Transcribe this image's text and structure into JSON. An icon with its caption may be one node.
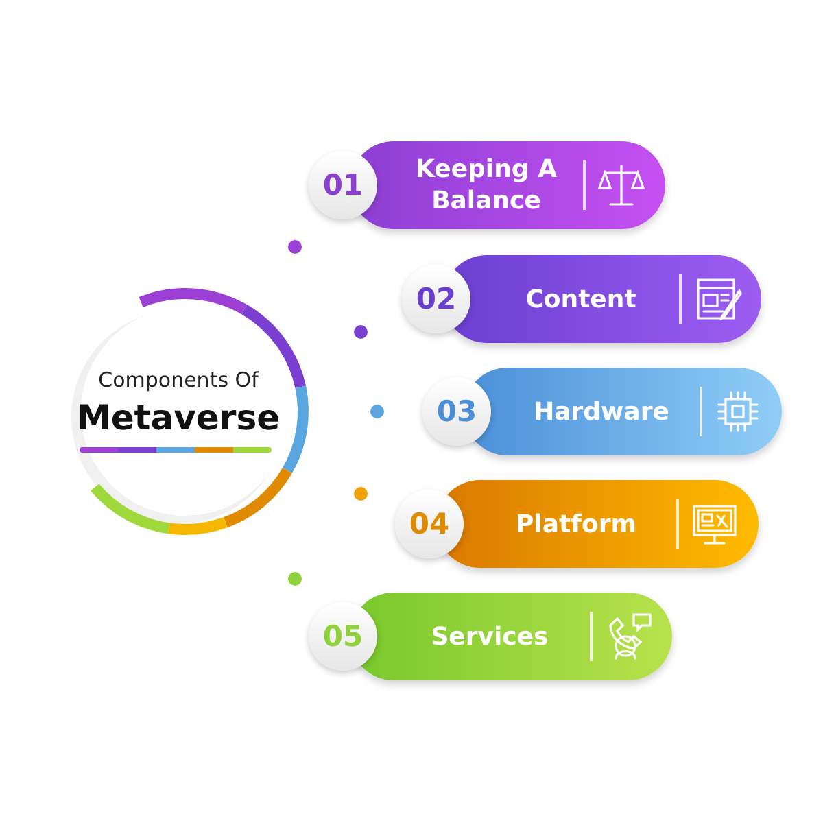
{
  "diagram": {
    "nodes": [
      {
        "text": [
          "Components Of",
          "Metaverse"
        ]
      },
      {
        "text": [
          "01",
          "Keeping A Balance"
        ]
      },
      {
        "text": [
          "02",
          "Content"
        ]
      },
      {
        "text": [
          "03",
          "Hardware"
        ]
      },
      {
        "text": [
          "04",
          "Platform"
        ]
      },
      {
        "text": [
          "05",
          "Services"
        ]
      }
    ]
  }
}
